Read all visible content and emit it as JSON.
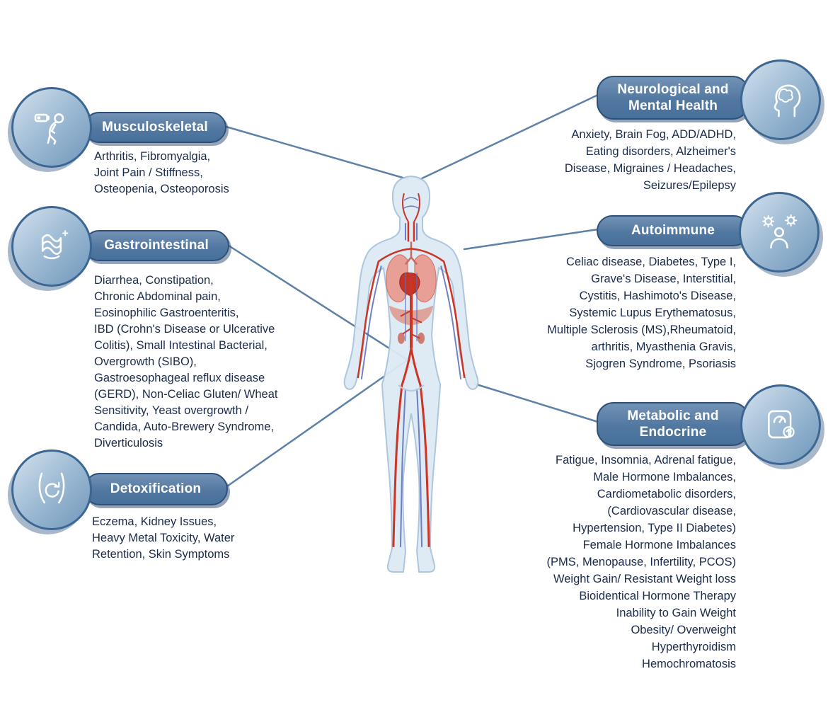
{
  "colors": {
    "pill_blue": "#46709b",
    "pill_border": "#2d5078",
    "circle_blue": "#8fb0cc",
    "connector_line": "#5d81a7",
    "text_navy": "#1b2b4a",
    "artery_red": "#cc3426",
    "vein_blue": "#5a6cba",
    "body_fill": "#dde9f4"
  },
  "figure": {
    "name": "human-anatomy-circulatory-figure"
  },
  "sections": [
    {
      "id": "musculoskeletal",
      "title": "Musculoskeletal",
      "icon": "back-pain-icon",
      "conditions": "Arthritis, Fibromyalgia,\nJoint Pain / Stiffness,\nOsteopenia, Osteoporosis"
    },
    {
      "id": "gastrointestinal",
      "title": "Gastrointestinal",
      "icon": "intestines-icon",
      "conditions": "Diarrhea, Constipation,\nChronic Abdominal pain,\nEosinophilic Gastroenteritis,\nIBD (Crohn's Disease or Ulcerative\nColitis), Small Intestinal Bacterial,\nOvergrowth (SIBO),\nGastroesophageal reflux disease\n(GERD), Non-Celiac Gluten/ Wheat\nSensitivity, Yeast overgrowth /\nCandida, Auto-Brewery Syndrome,\nDiverticulosis"
    },
    {
      "id": "detoxification",
      "title": "Detoxification",
      "icon": "detox-belly-icon",
      "conditions": "Eczema, Kidney Issues,\nHeavy Metal Toxicity, Water\nRetention, Skin Symptoms"
    },
    {
      "id": "neurological",
      "title_line1": "Neurological and",
      "title_line2": "Mental Health",
      "icon": "head-brain-icon",
      "conditions": "Anxiety, Brain Fog, ADD/ADHD,\nEating disorders, Alzheimer's\nDisease, Migraines / Headaches,\nSeizures/Epilepsy"
    },
    {
      "id": "autoimmune",
      "title": "Autoimmune",
      "icon": "immune-system-icon",
      "conditions": "Celiac disease, Diabetes, Type I,\nGrave's Disease, Interstitial,\nCystitis, Hashimoto's Disease,\nSystemic Lupus Erythematosus,\nMultiple Sclerosis (MS),Rheumatoid,\narthritis, Myasthenia Gravis,\nSjogren Syndrome, Psoriasis"
    },
    {
      "id": "metabolic",
      "title_line1": "Metabolic and",
      "title_line2": "Endocrine",
      "icon": "weight-scale-icon",
      "conditions": "Fatigue, Insomnia, Adrenal fatigue,\nMale Hormone Imbalances,\nCardiometabolic disorders,\n(Cardiovascular disease,\nHypertension, Type II Diabetes)\nFemale Hormone Imbalances\n(PMS, Menopause, Infertility, PCOS)\nWeight Gain/ Resistant Weight loss\nBioidentical Hormone Therapy\nInability to Gain Weight\nObesity/ Overweight\nHyperthyroidism\nHemochromatosis"
    }
  ]
}
